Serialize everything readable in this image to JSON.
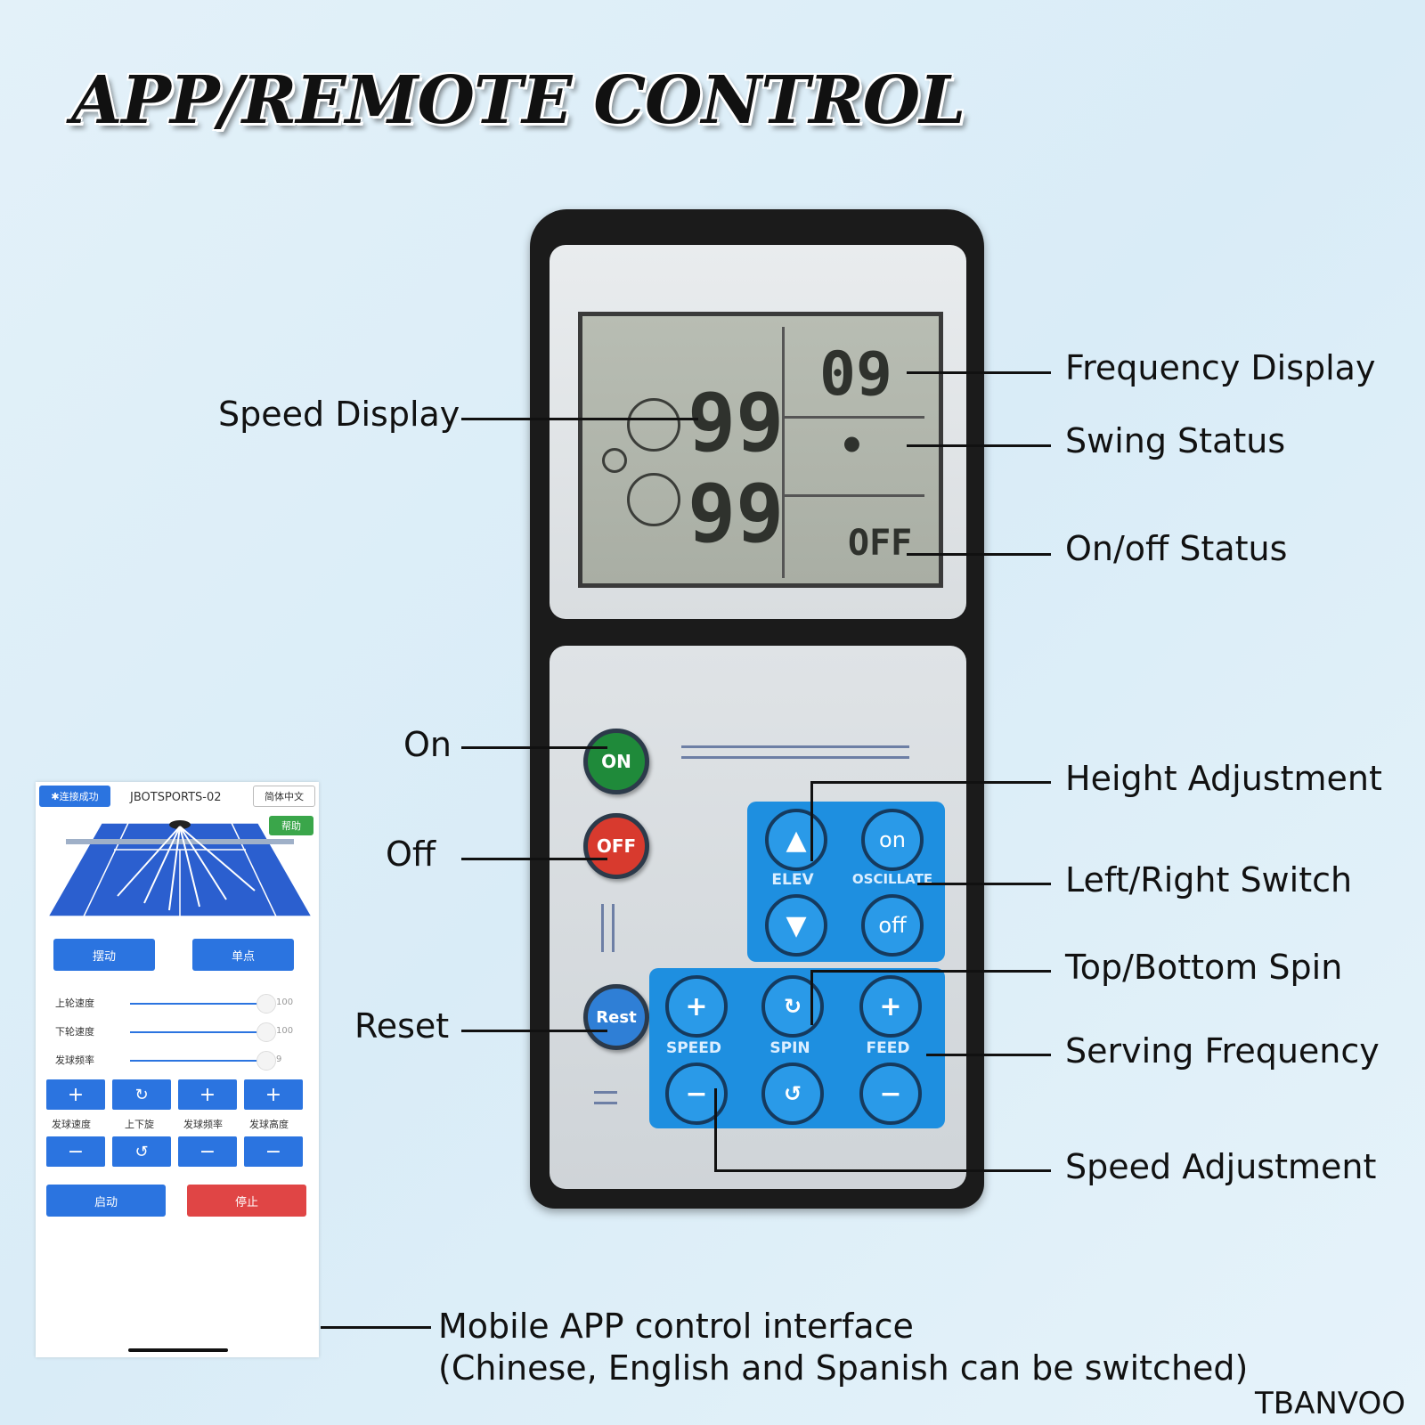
{
  "title": "APP/REMOTE CONTROL",
  "labels": {
    "speed_display": "Speed Display",
    "frequency_display": "Frequency Display",
    "swing_status": "Swing Status",
    "onoff_status": "On/off Status",
    "on": "On",
    "off": "Off",
    "reset": "Reset",
    "height_adjustment": "Height Adjustment",
    "left_right_switch": "Left/Right Switch",
    "top_bottom_spin": "Top/Bottom Spin",
    "serving_frequency": "Serving Frequency",
    "speed_adjustment": "Speed Adjustment",
    "mobile_line1": "Mobile APP control interface",
    "mobile_line2": "(Chinese, English and Spanish can be switched)"
  },
  "lcd": {
    "top_speed": "99",
    "bottom_speed": "99",
    "frequency": "09",
    "swing": "•",
    "status": "OFF"
  },
  "remote_buttons": {
    "on": "ON",
    "off": "OFF",
    "reset": "Rest",
    "elev_caption": "ELEV",
    "oscillate_caption": "OSCILLATE",
    "osc_on": "on",
    "osc_off": "off",
    "speed_caption": "SPEED",
    "spin_caption": "SPIN",
    "feed_caption": "FEED"
  },
  "app": {
    "connected": "✱连接成功",
    "device": "JBOTSPORTS-02",
    "language": "简体中文",
    "help": "帮助",
    "swing_btn": "摆动",
    "single_btn": "单点",
    "sliders": [
      {
        "label": "上轮速度",
        "value": "100"
      },
      {
        "label": "下轮速度",
        "value": "100"
      },
      {
        "label": "发球频率",
        "value": "9"
      }
    ],
    "controls": [
      "发球速度",
      "上下旋",
      "发球频率",
      "发球高度"
    ],
    "start": "启动",
    "stop": "停止"
  },
  "brand": "TBANVOO",
  "colors": {
    "on_green": "#1f8a3a",
    "off_red": "#d83a2e",
    "reset_blue": "#2f7fd6",
    "pad_blue": "#1e8fe0",
    "app_blue": "#2b74e0",
    "app_red": "#e04545",
    "app_green": "#3aa64a"
  }
}
